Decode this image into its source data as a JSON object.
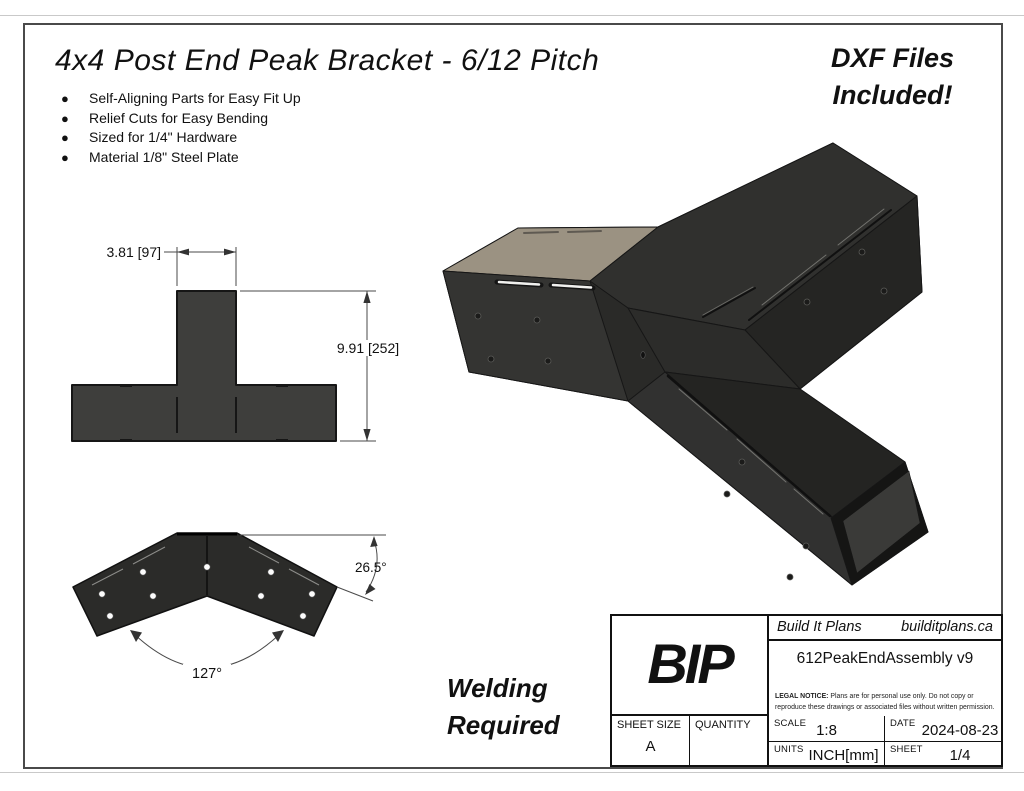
{
  "header": {
    "title": "4x4 Post End Peak Bracket - 6/12 Pitch",
    "bullets": [
      "Self-Aligning Parts for Easy Fit Up",
      "Relief Cuts for Easy Bending",
      "Sized for 1/4\" Hardware",
      "Material 1/8\" Steel Plate"
    ],
    "dxf_line1": "DXF Files",
    "dxf_line2": "Included!"
  },
  "notes": {
    "welding_line1": "Welding",
    "welding_line2": "Required"
  },
  "front_view": {
    "width_dim": "3.81 [97]",
    "height_dim": "9.91 [252]"
  },
  "angle_view": {
    "slope_angle": "26.5°",
    "bend_angle": "127°"
  },
  "title_block": {
    "logo": "BIP",
    "company": "Build It Plans",
    "website": "builditplans.ca",
    "drawing_name": "612PeakEndAssembly v9",
    "legal_bold": "LEGAL NOTICE:",
    "legal_text": " Plans are for personal use only. Do not copy or reproduce these drawings or associated files without written permission.",
    "sheet_size_label": "SHEET SIZE",
    "sheet_size_value": "A",
    "quantity_label": "QUANTITY",
    "quantity_value": "",
    "scale_label": "SCALE",
    "scale_value": "1:8",
    "date_label": "DATE",
    "date_value": "2024-08-23",
    "units_label": "UNITS",
    "units_value": "INCH[mm]",
    "sheet_label": "SHEET",
    "sheet_value": "1/4"
  },
  "colors": {
    "steel_dark": "#2e2e2c",
    "steel_tan": "#9b9282",
    "line_gray": "#4a4a4a"
  }
}
